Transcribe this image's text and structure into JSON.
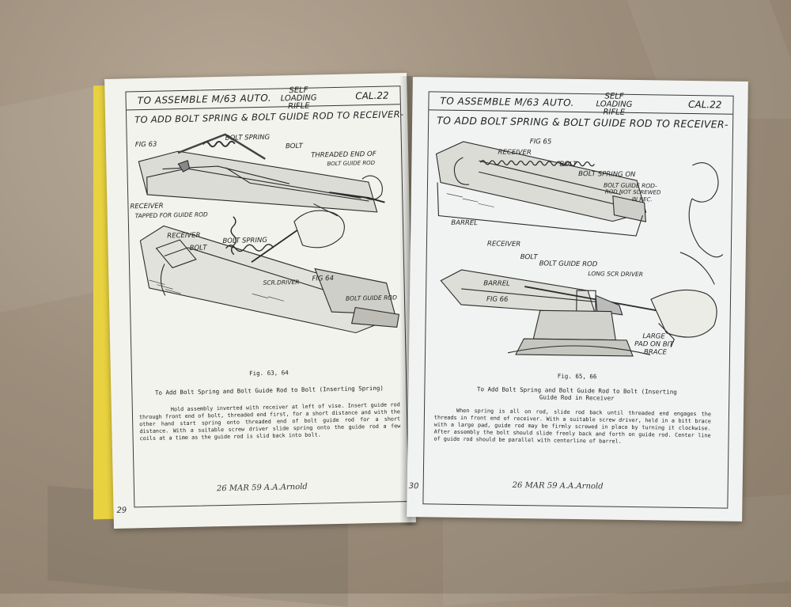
{
  "left_page": {
    "header": {
      "title": "TO ASSEMBLE M/63 AUTO.",
      "subtitle_line1": "SELF LOADING",
      "subtitle_line2": "RIFLE",
      "caliber": "CAL.22",
      "subheading": "TO ADD BOLT SPRING & BOLT GUIDE ROD TO RECEIVER-"
    },
    "labels": {
      "fig63": "FIG 63",
      "bolt_spring_a": "BOLT SPRING",
      "bolt_a": "BOLT",
      "threaded_end": "THREADED END OF",
      "bolt_guide_rod_a": "BOLT GUIDE ROD",
      "receiver_a": "RECEIVER",
      "tapped": "TAPPED FOR GUIDE ROD",
      "receiver_b": "RECEIVER",
      "bolt_b": "BOLT",
      "bolt_spring_b": "BOLT SPRING",
      "scr_driver": "SCR.DRIVER",
      "fig64": "FIG 64",
      "bolt_guide_rod_b": "BOLT GUIDE ROD"
    },
    "fig_caption": "Fig. 63, 64",
    "section_title": "To Add Bolt Spring and Bolt Guide Rod to Bolt (Inserting Spring)",
    "body_text": "Hold assembly inverted with receiver at left of vise. Insert guide rod through front end of bolt, threaded end first, for a short distance and with the other hand start spring onto threaded end of bolt guide rod for a short distance. With a suitable screw driver slide spring onto the guide rod a few coils at a time as the guide rod is slid back into bolt.",
    "signature": "26 MAR 59 A.A.Arnold",
    "page_number": "29"
  },
  "right_page": {
    "header": {
      "title": "TO ASSEMBLE M/63 AUTO.",
      "subtitle_line1": "SELF LOADING",
      "subtitle_line2": "RIFLE",
      "caliber": "CAL.22",
      "subheading": "TO ADD BOLT SPRING & BOLT GUIDE ROD TO RECEIVER-"
    },
    "labels": {
      "fig65": "FIG 65",
      "receiver_a": "RECEIVER",
      "bolt_a": "BOLT",
      "bolt_spring_on": "BOLT SPRING ON",
      "guide_rod_note1": "BOLT GUIDE ROD-",
      "guide_rod_note2": "ROD NOT SCREWED",
      "guide_rod_note3": "IN REC.",
      "barrel_a": "BARREL",
      "receiver_b": "RECEIVER",
      "bolt_b": "BOLT",
      "bolt_guide_rod": "BOLT GUIDE ROD",
      "long_scr_driver": "LONG SCR DRIVER",
      "barrel_b": "BARREL",
      "fig66": "FIG 66",
      "large_pad1": "LARGE",
      "large_pad2": "PAD ON BIT",
      "large_pad3": "BRACE"
    },
    "fig_caption": "Fig. 65, 66",
    "section_title_line1": "To Add Bolt Spring and Bolt Guide Rod to Bolt (Inserting",
    "section_title_line2": "Guide Rod in Receiver",
    "body_text": "When spring is all on rod, slide rod back until threaded end engages the threads in front end of receiver. With a suitable screw driver, held in a bitt brace with a large pad, guide rod may be firmly screwed in place by turning it clockwise. After assembly the bolt should slide freely back and forth on guide rod. Center line of guide rod should be parallel with centerline of barrel.",
    "signature": "26 MAR 59 A.A.Arnold",
    "page_number": "30"
  }
}
